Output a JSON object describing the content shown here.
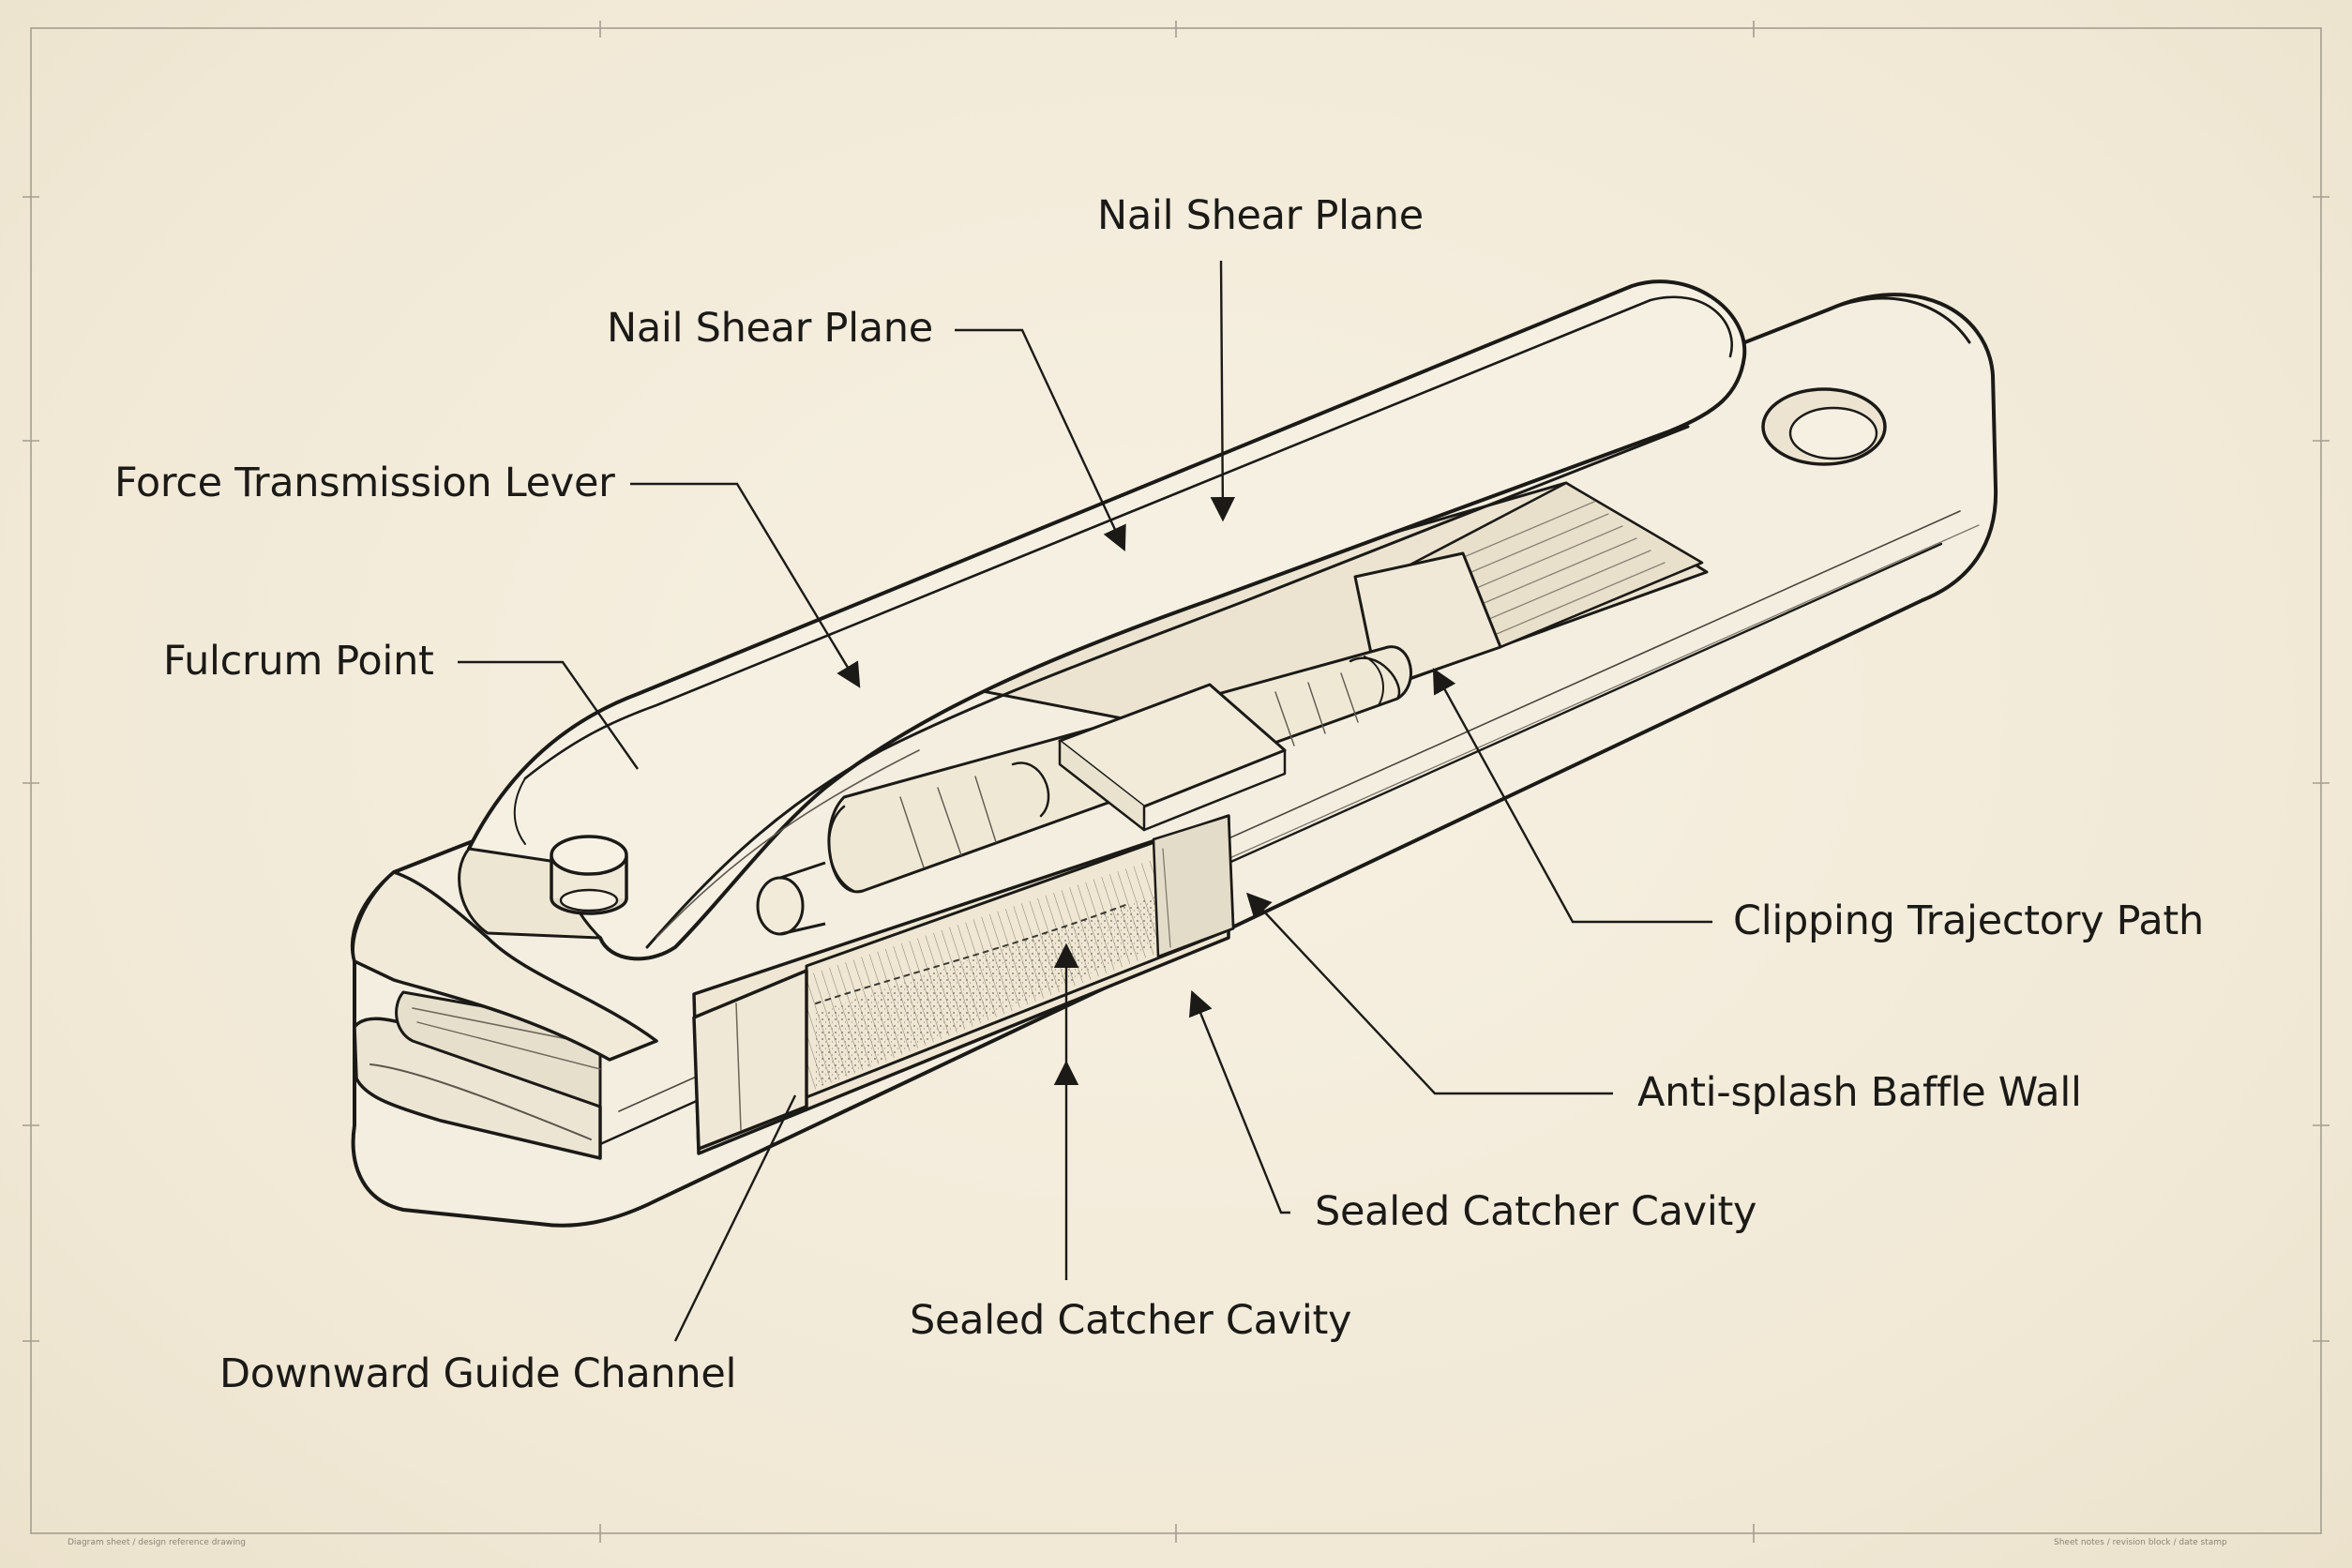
{
  "colors": {
    "paper": "#f3ecdc",
    "ink": "#1b1a17",
    "frame": "#a59d8f"
  },
  "labels": {
    "shear_plane_top": "Nail Shear Plane",
    "shear_plane_left": "Nail Shear Plane",
    "force_lever": "Force Transmission Lever",
    "fulcrum": "Fulcrum Point",
    "trajectory": "Clipping Trajectory Path",
    "baffle": "Anti-splash Baffle Wall",
    "catcher_right": "Sealed Catcher Cavity",
    "catcher_bottom": "Sealed Catcher Cavity",
    "guide_channel": "Downward Guide Channel"
  },
  "footer": {
    "left": "Diagram sheet / design reference drawing",
    "right": "Sheet notes / revision block / date stamp"
  }
}
